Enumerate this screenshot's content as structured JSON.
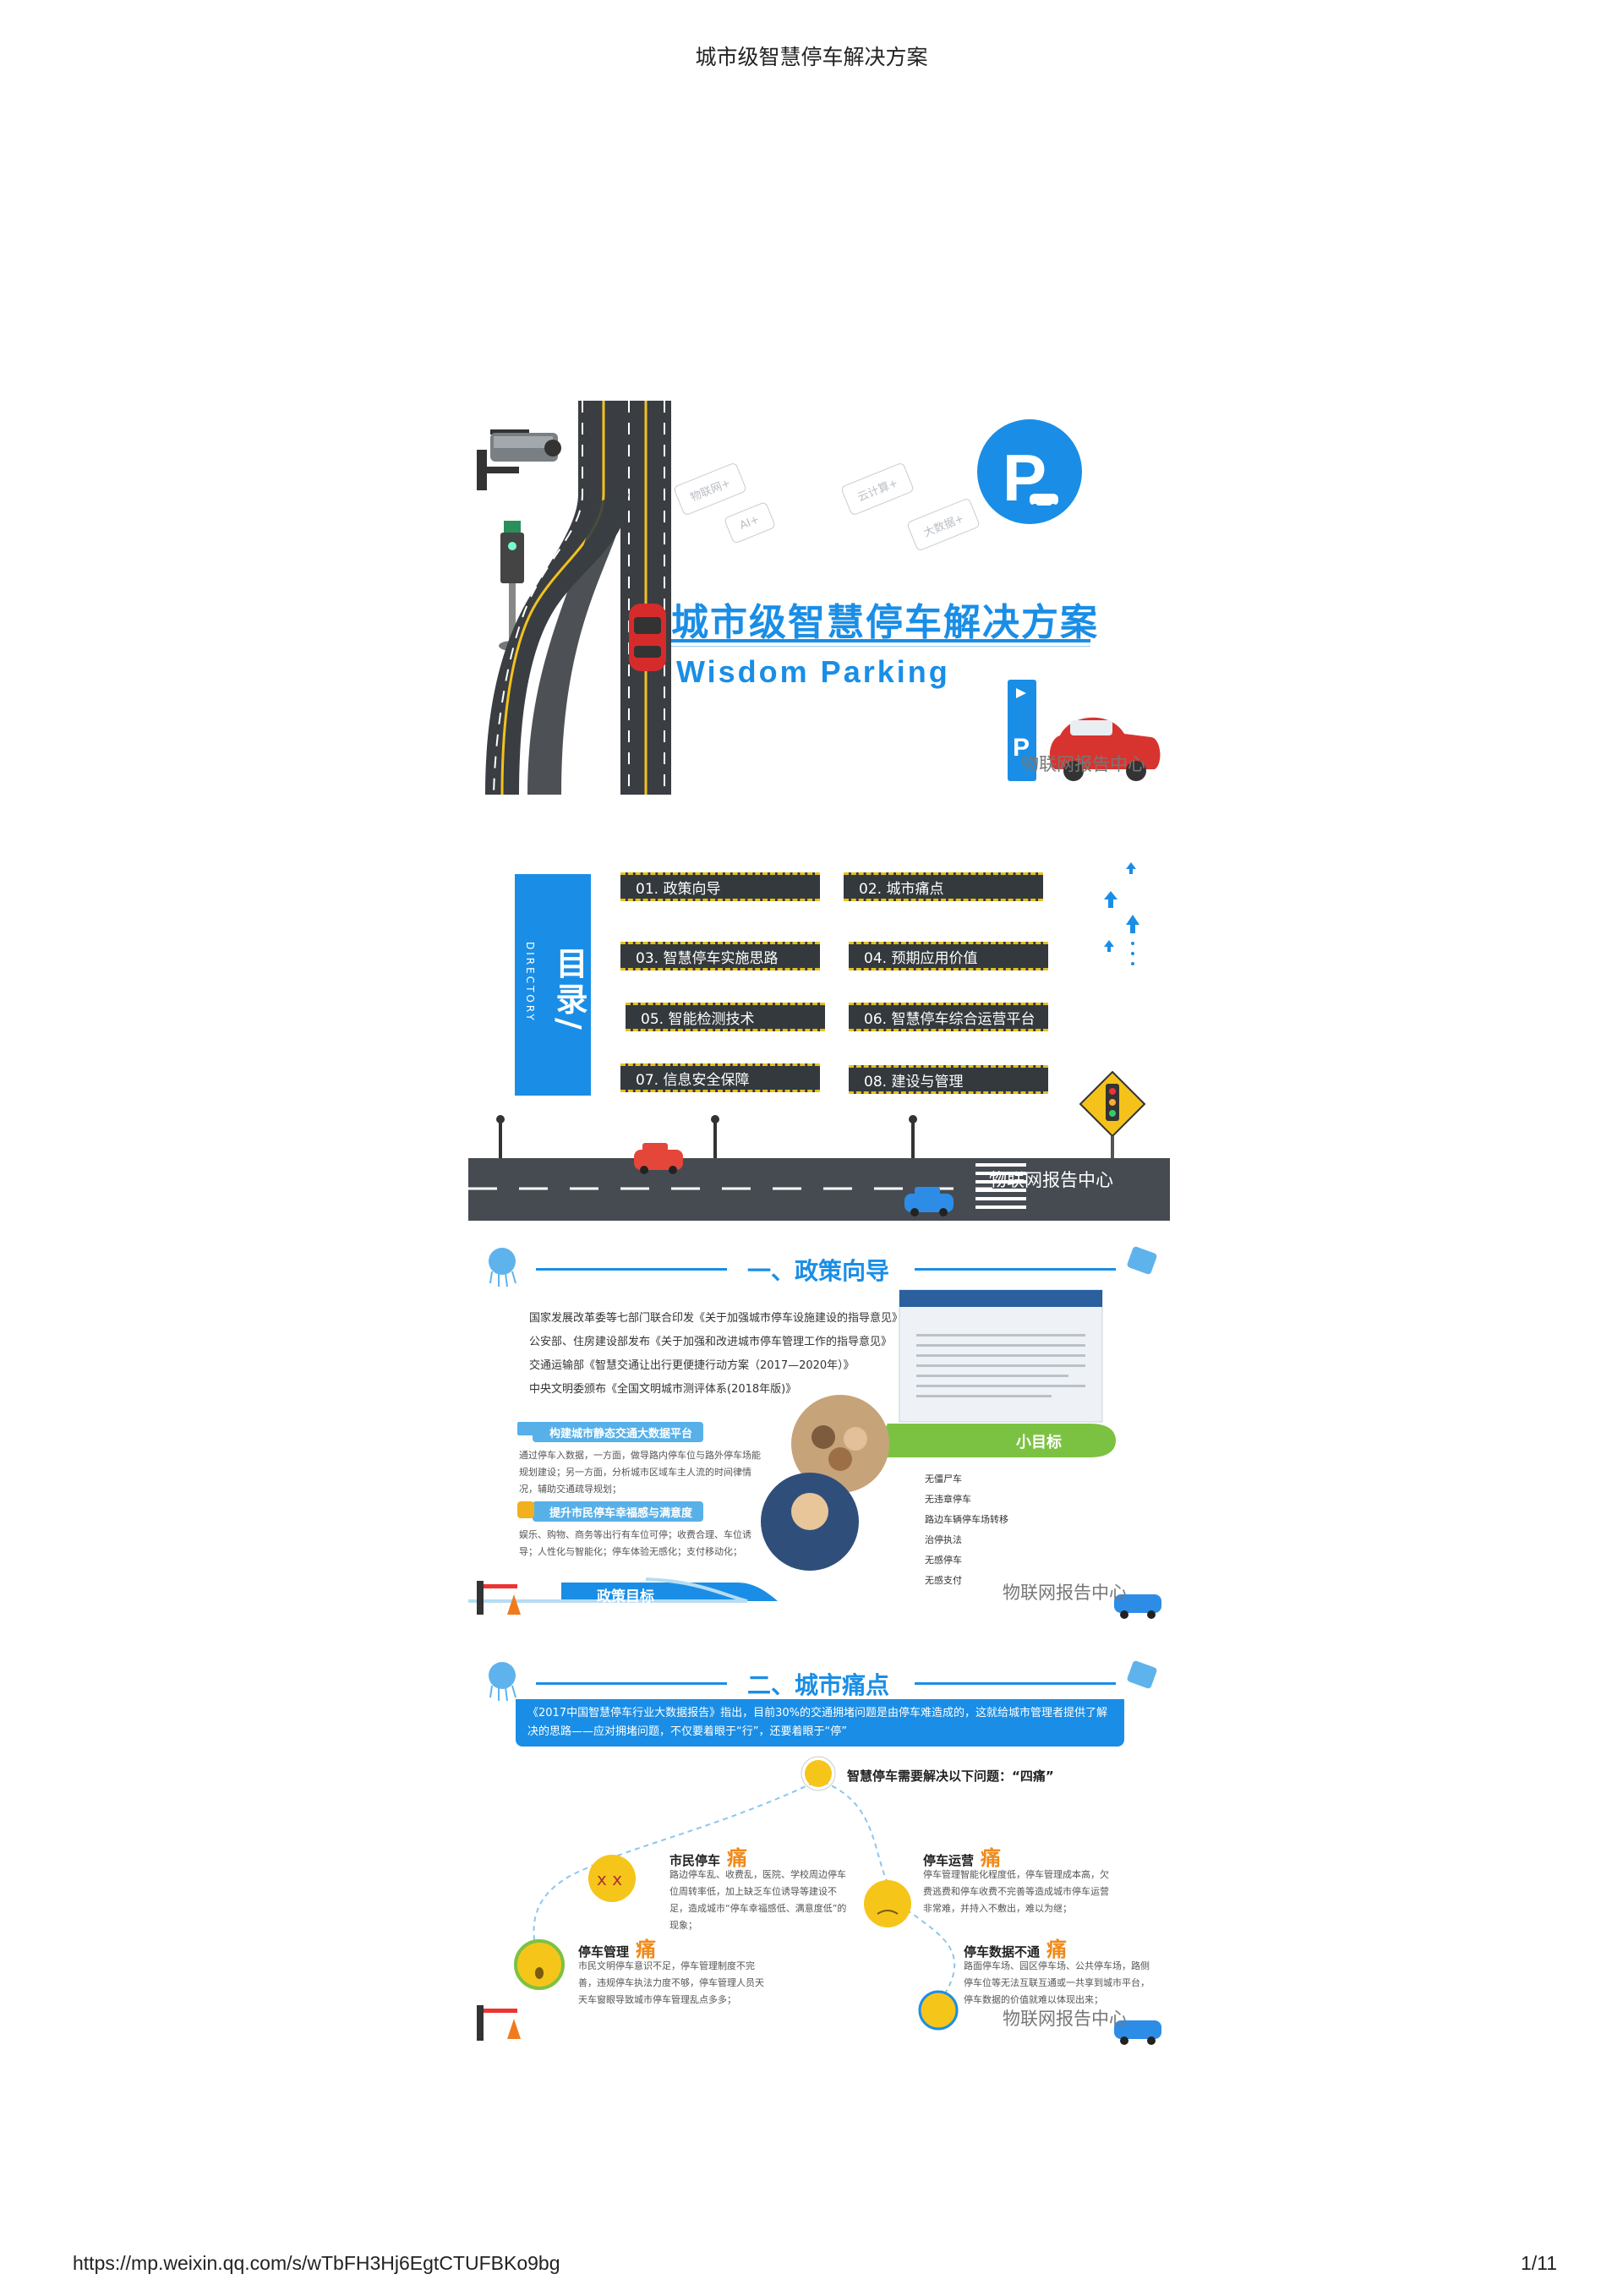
{
  "page": {
    "title": "城市级智慧停车解决方案",
    "url": "https://mp.weixin.qq.com/s/wTbFH3Hj6EgtCTUFBKo9bg",
    "page_number": "1/11"
  },
  "watermark": "物联网报告中心",
  "slide1": {
    "title": "城市级智慧停车解决方案",
    "subtitle": "Wisdom Parking",
    "tags": [
      "物联网+",
      "AI+",
      "云计算+",
      "大数据+"
    ],
    "parking_letter": "P"
  },
  "slide2": {
    "dir_cn": "目录/",
    "dir_en": "DIRECTORY",
    "items": [
      "01. 政策向导",
      "02. 城市痛点",
      "03. 智慧停车实施思路",
      "04. 预期应用价值",
      "05. 智能检测技术",
      "06. 智慧停车综合运营平台",
      "07. 信息安全保障",
      "08. 建设与管理"
    ]
  },
  "slide3": {
    "section_title": "一、政策向导",
    "bullets": [
      "国家发展改革委等七部门联合印发《关于加强城市停车设施建设的指导意见》",
      "公安部、住房建设部发布《关于加强和改进城市停车管理工作的指导意见》",
      "交通运输部《智慧交通让出行更便捷行动方案（2017—2020年）》",
      "中央文明委颁布《全国文明城市测评体系(2018年版)》"
    ],
    "box1_title": "构建城市静态交通大数据平台",
    "box1_text": "通过停车入数据，一方面，做导路内停车位与路外停车场能规划建设；另一方面，分析城市区域车主人流的时间律情况，辅助交通疏导规划；",
    "box2_title": "提升市民停车幸福感与满意度",
    "box2_text": "娱乐、购物、商务等出行有车位可停；收费合理、车位诱导；人性化与智能化；停车体验无感化；支付移动化；",
    "goal_label": "政策目标",
    "small_goal": "小目标",
    "small_goal_items": [
      "无僵尸车",
      "无违章停车",
      "路边车辆停车场转移",
      "治停执法",
      "无感停车",
      "无感支付"
    ]
  },
  "slide4": {
    "section_title": "二、城市痛点",
    "banner": "《2017中国智慧停车行业大数据报告》指出，目前30%的交通拥堵问题是由停车难造成的，这就给城市管理者提供了解决的思路——应对拥堵问题，不仅要着眼于“行”，还要着眼于“停”",
    "center_q": "智慧停车需要解决以下问题：“四痛”",
    "pains": [
      {
        "title": "市民停车",
        "tag": "痛",
        "text": "路边停车乱、收费乱，医院、学校周边停车位周转率低，加上缺乏车位诱导等建设不足，造成城市“停车幸福感低、满意度低”的现象；"
      },
      {
        "title": "停车运营",
        "tag": "痛",
        "text": "停车管理智能化程度低，停车管理成本高，欠费逃费和停车收费不完善等造成城市停车运营非常难，并持入不敷出，难以为继；"
      },
      {
        "title": "停车管理",
        "tag": "痛",
        "text": "市民文明停车意识不足，停车管理制度不完善，违规停车执法力度不够，停车管理人员天天车窗眼导致城市停车管理乱点多多；"
      },
      {
        "title": "停车数据不通",
        "tag": "痛",
        "text": "路面停车场、园区停车场、公共停车场，路侧停车位等无法互联互通或一共享到城市平台，停车数据的价值就难以体现出来；"
      }
    ]
  }
}
